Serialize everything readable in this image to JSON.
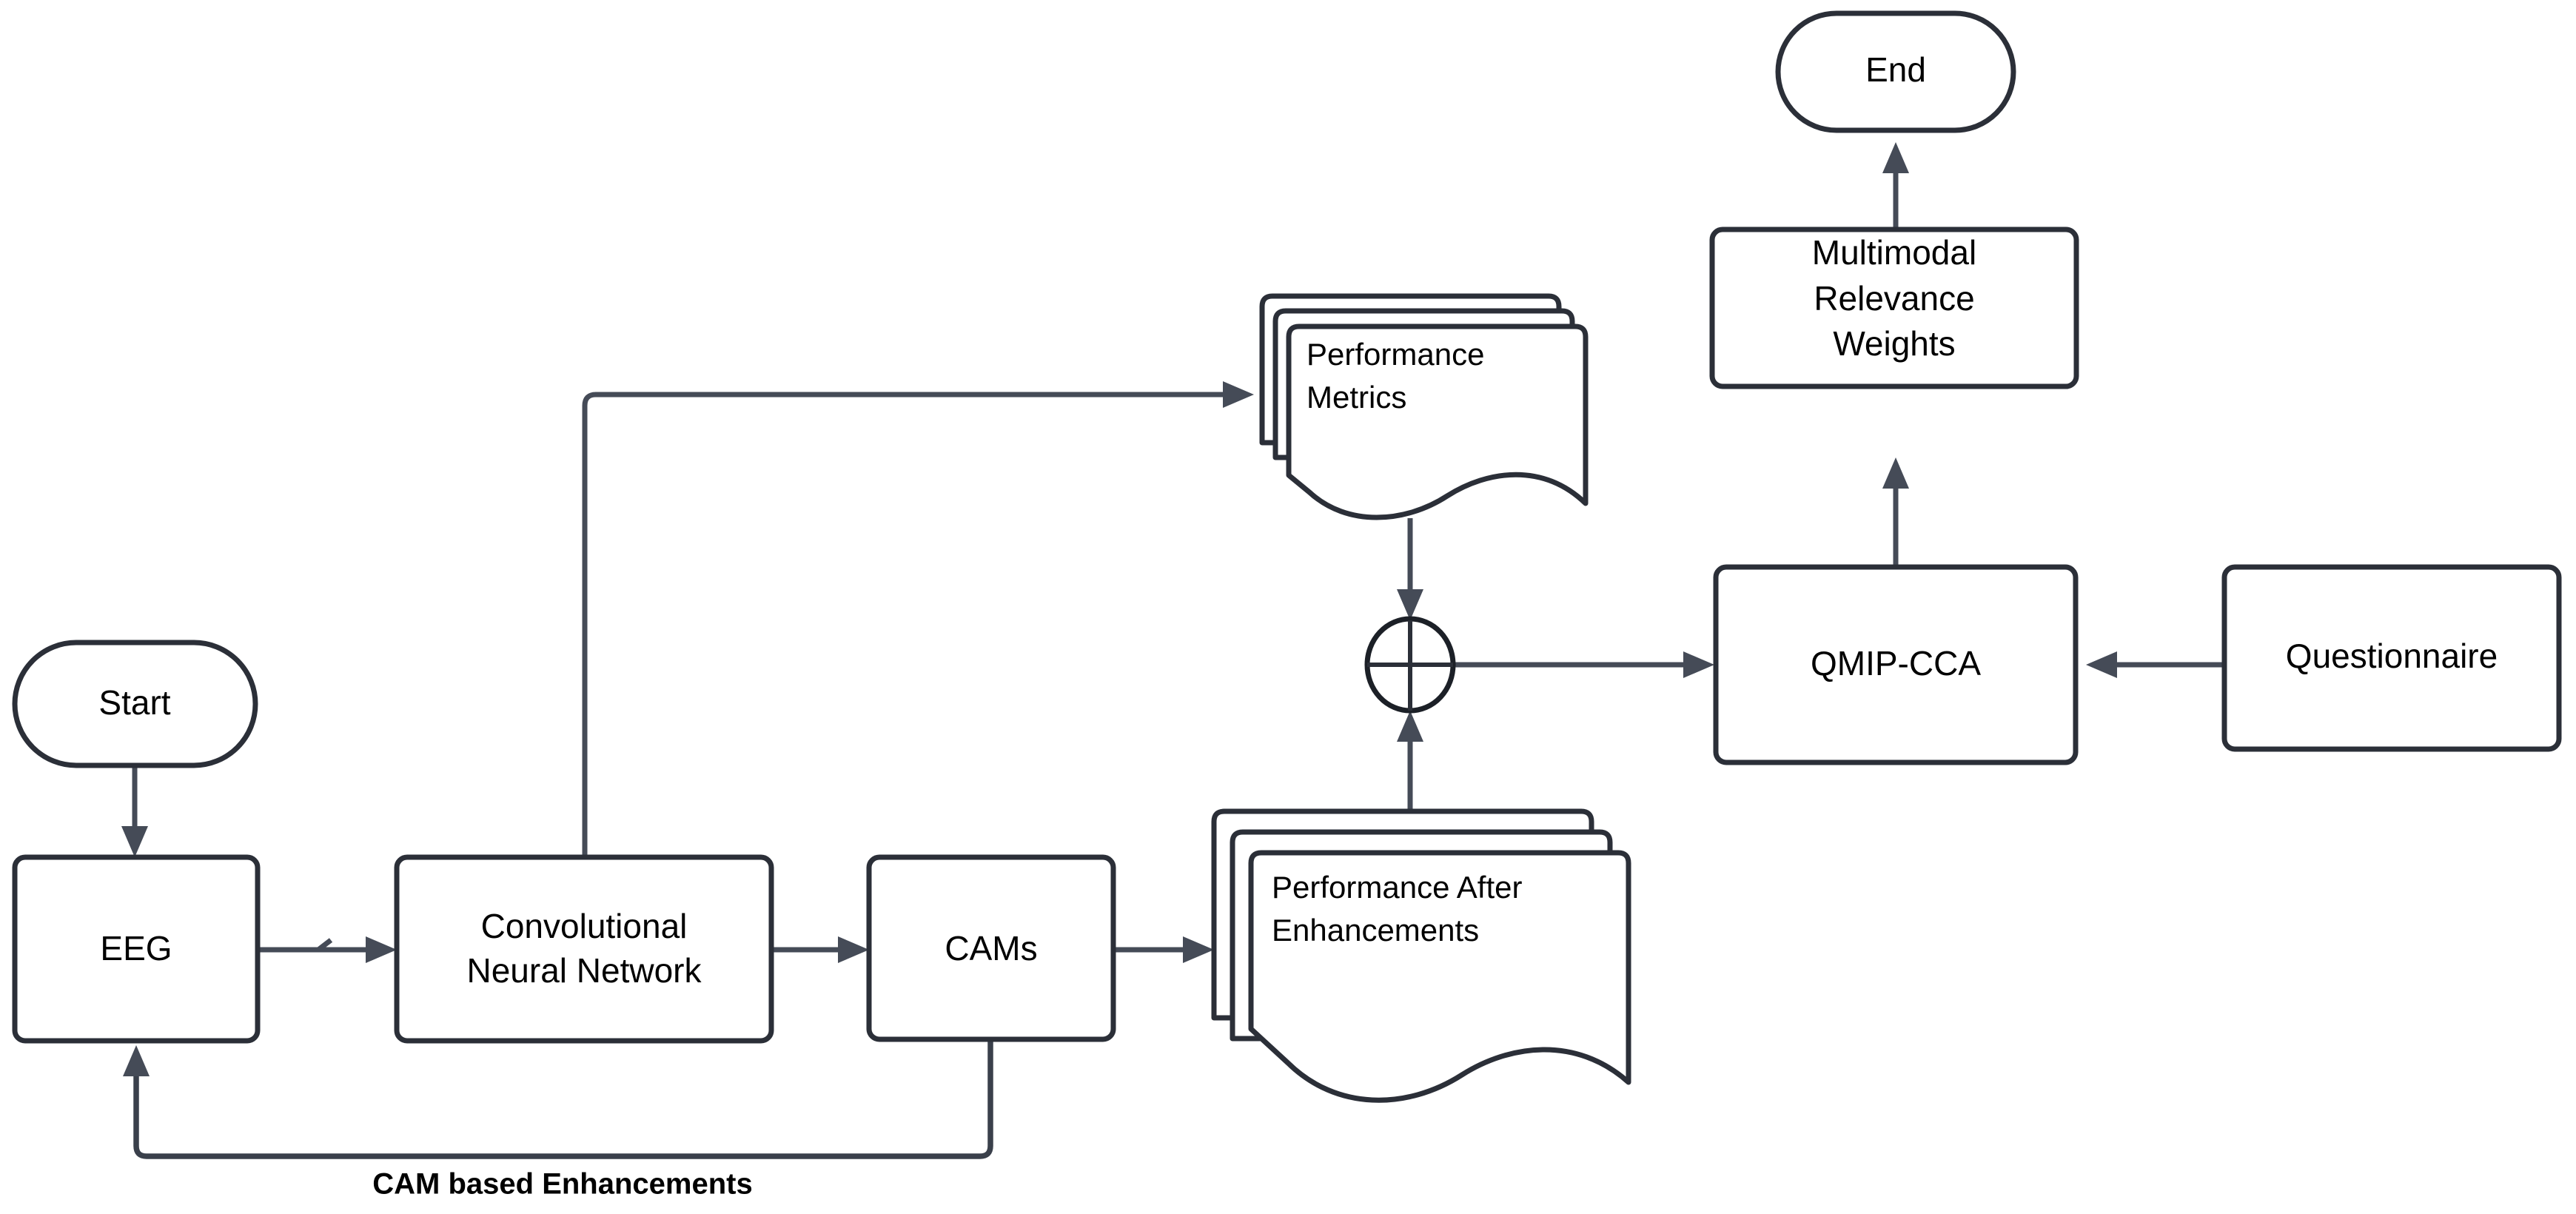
{
  "diagram": {
    "title": "EEG CAM QMIP-CCA Pipeline Flowchart",
    "background_color": "#ffffff",
    "stroke_color": "#2b2f38",
    "connector_color": "#454b57",
    "text_color": "#000000",
    "nodes": {
      "start": {
        "label": "Start",
        "shape": "stadium"
      },
      "eeg": {
        "label": "EEG",
        "shape": "rounded-rect"
      },
      "cnn": {
        "label_line1": "Convolutional",
        "label_line2": "Neural Network",
        "shape": "rounded-rect"
      },
      "cams": {
        "label": "CAMs",
        "shape": "rounded-rect"
      },
      "performance_metrics": {
        "label_line1": "Performance",
        "label_line2": "Metrics",
        "shape": "multi-document"
      },
      "performance_after_enhancements": {
        "label_line1": "Performance After",
        "label_line2": "Enhancements",
        "shape": "multi-document"
      },
      "summation": {
        "label": "+",
        "shape": "circle-cross"
      },
      "qmip_cca": {
        "label": "QMIP-CCA",
        "shape": "rounded-rect"
      },
      "questionnaire": {
        "label": "Questionnaire",
        "shape": "rounded-rect"
      },
      "multimodal_relevance_weights": {
        "label_line1": "Multimodal",
        "label_line2": "Relevance",
        "label_line3": "Weights",
        "shape": "rounded-rect"
      },
      "end": {
        "label": "End",
        "shape": "stadium"
      }
    },
    "edges": [
      {
        "from": "start",
        "to": "eeg",
        "label": ""
      },
      {
        "from": "eeg",
        "to": "cnn",
        "label": ""
      },
      {
        "from": "cnn",
        "to": "cams",
        "label": ""
      },
      {
        "from": "cnn",
        "to": "performance_metrics",
        "label": ""
      },
      {
        "from": "cams",
        "to": "performance_after_enhancements",
        "label": ""
      },
      {
        "from": "cams",
        "to": "eeg",
        "label": "CAM based Enhancements"
      },
      {
        "from": "performance_metrics",
        "to": "summation",
        "label": ""
      },
      {
        "from": "performance_after_enhancements",
        "to": "summation",
        "label": ""
      },
      {
        "from": "summation",
        "to": "qmip_cca",
        "label": ""
      },
      {
        "from": "questionnaire",
        "to": "qmip_cca",
        "label": ""
      },
      {
        "from": "qmip_cca",
        "to": "multimodal_relevance_weights",
        "label": ""
      },
      {
        "from": "multimodal_relevance_weights",
        "to": "end",
        "label": ""
      }
    ],
    "edge_labels": {
      "cam_feedback": "CAM based Enhancements"
    }
  }
}
